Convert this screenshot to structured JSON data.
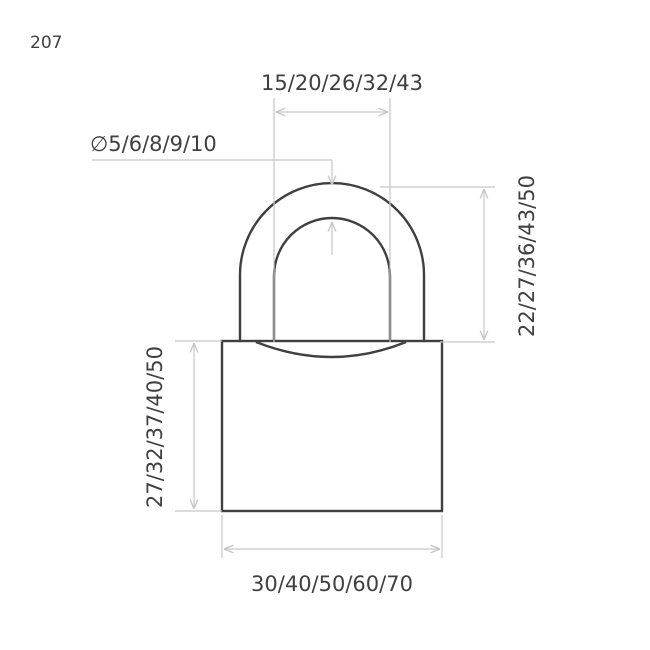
{
  "model_number": "207",
  "dimensions": {
    "shackle_diameter": "∅5/6/8/9/10",
    "shackle_inner_width": "15/20/26/32/43",
    "shackle_clearance_height": "22/27/36/43/50",
    "body_height": "27/32/37/40/50",
    "body_width": "30/40/50/60/70"
  },
  "colors": {
    "outline": "#404040",
    "dimension_lines": "#c6c6c6",
    "text": "#404040"
  }
}
